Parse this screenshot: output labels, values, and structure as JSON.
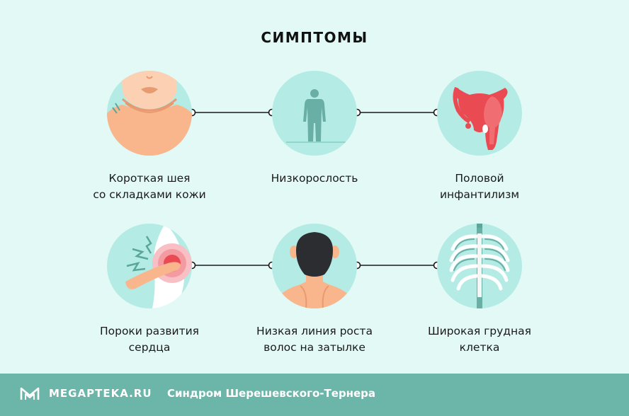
{
  "title": "СИМПТОМЫ",
  "symptoms": [
    {
      "line1": "Короткая шея",
      "line2": "со складками кожи",
      "icon": "short-neck-icon"
    },
    {
      "line1": "Низкорослость",
      "line2": "",
      "icon": "short-stature-icon"
    },
    {
      "line1": "Половой",
      "line2": "инфантилизм",
      "icon": "uterus-icon"
    },
    {
      "line1": "Пороки развития",
      "line2": "сердца",
      "icon": "heart-pain-icon"
    },
    {
      "line1": "Низкая линия роста",
      "line2": "волос на затылке",
      "icon": "head-back-icon"
    },
    {
      "line1": "Широкая грудная",
      "line2": "клетка",
      "icon": "ribcage-icon"
    }
  ],
  "footer": {
    "brand": "MEGAPTEKA.RU",
    "title": "Синдром Шерешевского-Тернера"
  },
  "colors": {
    "background": "#e2f9f6",
    "circle": "#b4ece5",
    "footer": "#6bb5a9",
    "skin": "#f9b68c",
    "accent_red": "#ea4a52"
  }
}
